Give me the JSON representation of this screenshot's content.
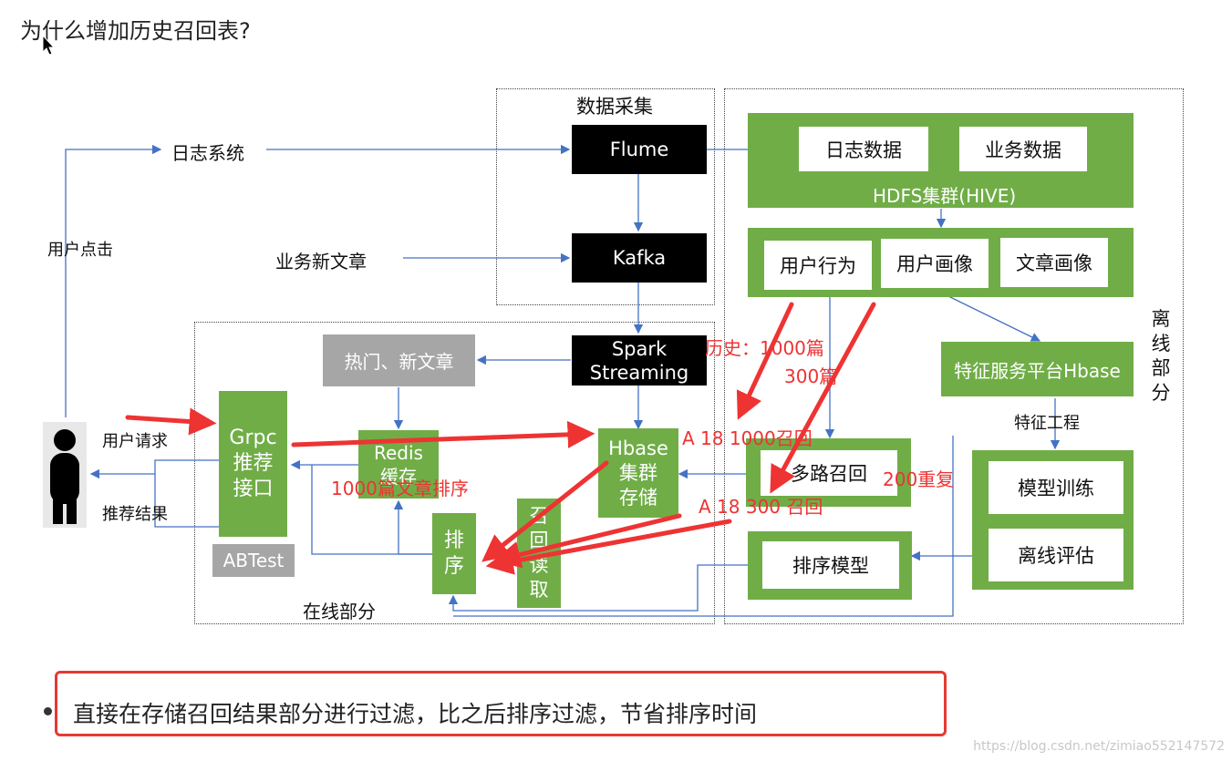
{
  "page_title": "为什么增加历史召回表?",
  "regions": {
    "data_collection": "数据采集",
    "online": "在线部分",
    "offline": "离线部分"
  },
  "left": {
    "log_system": "日志系统",
    "user_click": "用户点击",
    "new_article": "业务新文章",
    "user_request": "用户请求",
    "recommend_result": "推荐结果"
  },
  "collection": {
    "flume": "Flume",
    "kafka": "Kafka",
    "spark_l1": "Spark",
    "spark_l2": "Streaming"
  },
  "online": {
    "hot_new": "热门、新文章",
    "redis_l1": "Redis",
    "redis_l2": "缓存",
    "grpc_l1": "Grpc",
    "grpc_l2": "推荐",
    "grpc_l3": "接口",
    "abtest": "ABTest",
    "hbase_l1": "Hbase",
    "hbase_l2": "集群",
    "hbase_l3": "存储",
    "sort_l1": "排",
    "sort_l2": "序",
    "read_l1": "召",
    "read_l2": "回",
    "read_l3": "读",
    "read_l4": "取"
  },
  "offline": {
    "log_data": "日志数据",
    "biz_data": "业务数据",
    "hdfs": "HDFS集群(HIVE)",
    "user_behavior": "用户行为",
    "user_profile": "用户画像",
    "article_profile": "文章画像",
    "feature_platform": "特征服务平台Hbase",
    "feature_eng": "特征工程",
    "multi_recall": "多路召回",
    "model_train": "模型训练",
    "offline_eval": "离线评估",
    "sort_model": "排序模型",
    "side_l1": "离",
    "side_l2": "线",
    "side_l3": "部",
    "side_l4": "分"
  },
  "annotations": {
    "history": "历史：1000篇",
    "n300": "300篇",
    "a18_1000": "A  18  1000召回",
    "a18_300": "A  18  300  召回",
    "dup200": "200重复",
    "sort1000": "1000篇文章排序"
  },
  "callout": "直接在存储召回结果部分进行过滤，比之后排序过滤，节省排序时间",
  "watermark": "https://blog.csdn.net/zimiao552147572",
  "colors": {
    "green": "#70ad47",
    "red": "#ee3333",
    "blue_line": "#4472c4",
    "gray": "#a6a6a6"
  }
}
